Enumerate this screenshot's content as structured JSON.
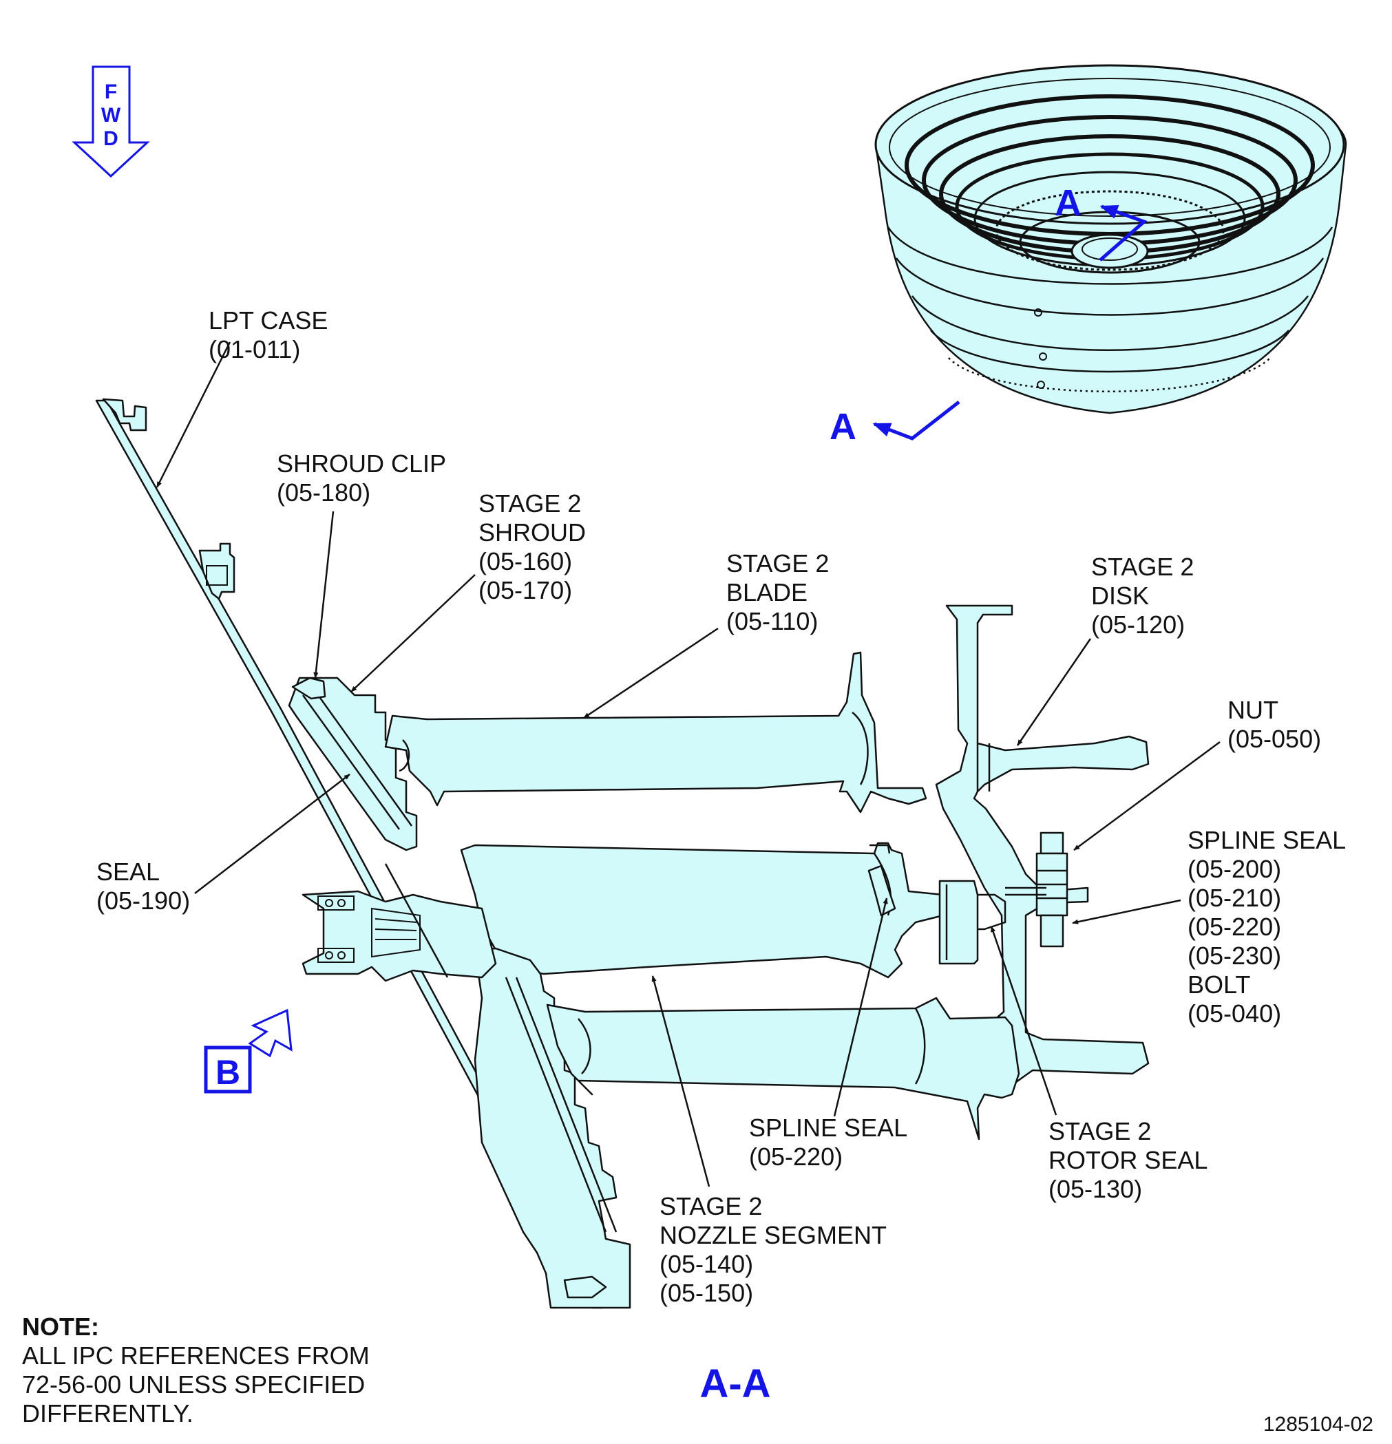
{
  "fwd_arrow": {
    "letters": [
      "F",
      "W",
      "D"
    ]
  },
  "section_markers": {
    "view_letter_top": "A",
    "view_letter_left": "A",
    "section_title": "A-A",
    "view_b": "B"
  },
  "labels": {
    "lpt_case": [
      "LPT CASE",
      "(01-011)"
    ],
    "shroud_clip": [
      "SHROUD CLIP",
      "(05-180)"
    ],
    "stage2_shroud": [
      "STAGE 2",
      "SHROUD",
      "(05-160)",
      "(05-170)"
    ],
    "stage2_blade": [
      "STAGE 2",
      "BLADE",
      "(05-110)"
    ],
    "stage2_disk": [
      "STAGE 2",
      "DISK",
      "(05-120)"
    ],
    "nut": [
      "NUT",
      "(05-050)"
    ],
    "spline_seal_bolt": [
      "SPLINE SEAL",
      "(05-200)",
      "(05-210)",
      "(05-220)",
      "(05-230)",
      "BOLT",
      "(05-040)"
    ],
    "seal": [
      "SEAL",
      "(05-190)"
    ],
    "spline_seal_bottom": [
      "SPLINE SEAL",
      "(05-220)"
    ],
    "stage2_rotor_seal": [
      "STAGE 2",
      "ROTOR SEAL",
      "(05-130)"
    ],
    "stage2_nozzle": [
      "STAGE 2",
      "NOZZLE SEGMENT",
      "(05-140)",
      "(05-150)"
    ]
  },
  "note": {
    "title": "NOTE:",
    "lines": [
      "ALL IPC REFERENCES FROM",
      "72-56-00 UNLESS SPECIFIED",
      "DIFFERENTLY."
    ]
  },
  "figure_number": "1285104-02",
  "colors": {
    "part_fill": "#d2fafb",
    "annotation_blue": "#1414e6",
    "ink": "#111111"
  }
}
